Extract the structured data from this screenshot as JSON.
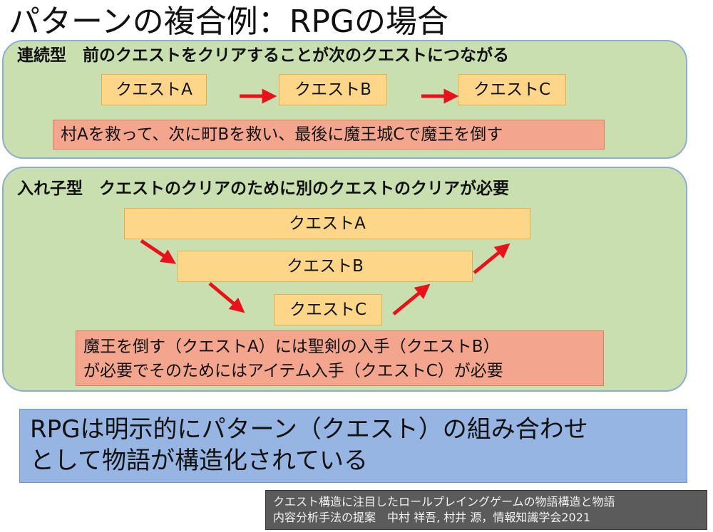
{
  "slide": {
    "title": "パターンの複合例：RPGの場合"
  },
  "sequential": {
    "heading": "連続型　前のクエストをクリアすることが次のクエストにつながる",
    "quests": [
      "クエストA",
      "クエストB",
      "クエストC"
    ],
    "example": "村Aを救って、次に町Bを救い、最後に魔王城Cで魔王を倒す"
  },
  "nested": {
    "heading": "入れ子型　クエストのクリアのために別のクエストのクリアが必要",
    "quests": [
      "クエストA",
      "クエストB",
      "クエストC"
    ],
    "example_lines": [
      "魔王を倒す（クエストA）には聖剣の入手（クエストB）",
      "が必要でそのためにはアイテム入手（クエストC）が必要"
    ]
  },
  "summary": {
    "lines": [
      "RPGは明示的にパターン（クエスト）の組み合わせ",
      "として物語が構造化されている"
    ]
  },
  "citation": {
    "lines": [
      "クエスト構造に注目したロールプレイングゲームの物語構造と物語",
      "内容分析手法の提案　中村 祥吾, 村井 源，情報知識学会2021"
    ]
  },
  "colors": {
    "panel_fill": "#c9dfb0",
    "panel_border": "#8eaed0",
    "quest_fill": "#fdd68a",
    "note_fill": "#f4a58d",
    "summary_fill": "#97b5e3",
    "citation_fill": "#5b5b5b",
    "arrow": "#e8121b"
  }
}
